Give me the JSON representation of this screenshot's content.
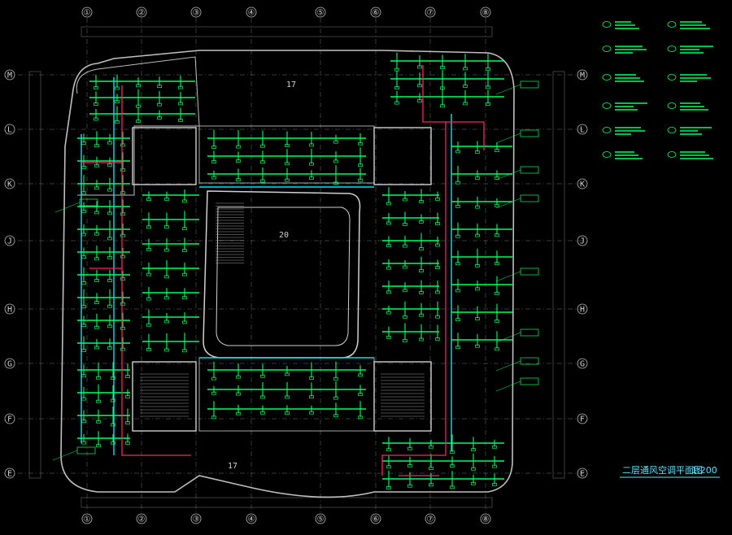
{
  "drawing": {
    "title": "二层通风空调平面图",
    "scale": "1:200",
    "column_labels": [
      "①",
      "②",
      "③",
      "④",
      "⑤",
      "⑥",
      "⑦",
      "⑧"
    ],
    "row_labels": [
      "M",
      "L",
      "K",
      "J",
      "H",
      "G",
      "F",
      "E"
    ],
    "room_marks": [
      "17",
      "20",
      "17"
    ]
  },
  "colors": {
    "background": "#000000",
    "duct": "#00ff66",
    "duct_cyan": "#00e5ff",
    "wall": "#bfbfbf",
    "pipe": "#ff1f6b",
    "grid": "#8a8a8a",
    "title": "#5ce6ff"
  },
  "legend": {
    "entries": [
      "",
      "",
      "",
      "",
      "",
      "",
      "",
      "",
      "",
      "",
      "",
      ""
    ]
  }
}
